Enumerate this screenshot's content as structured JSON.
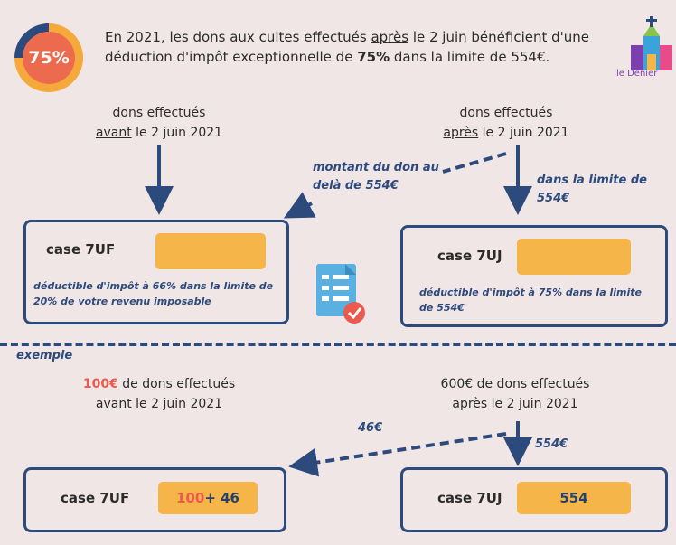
{
  "header": {
    "badge_text": "75%",
    "intro": {
      "part1": "En 2021, les dons aux cultes effectués ",
      "apres": "après",
      "part2": " le 2 juin bénéficient d'une déduction d'impôt exceptionnelle de ",
      "rate": "75%",
      "part3": " dans la limite de 554€."
    },
    "logo_text": "le Denier"
  },
  "top_left": {
    "line1": "dons effectués",
    "line2_underlined": "avant",
    "line2_rest": " le 2 juin 2021",
    "case_label": "case 7UF",
    "note": "déductible d'impôt à 66% dans la limite de 20% de votre revenu imposable"
  },
  "top_right": {
    "line1": "dons effectués",
    "line2_underlined": "après",
    "line2_rest": " le 2 juin 2021",
    "case_label": "case 7UJ",
    "note": "déductible d'impôt à 75% dans la limite de 554€",
    "annotation_over": "montant du don au delà de 554€",
    "annotation_limit": "dans la limite de 554€"
  },
  "example": {
    "label": "exemple",
    "left": {
      "amount": "100€",
      "line1_rest": " de dons effectués",
      "line2_underlined": "avant",
      "line2_rest": " le 2 juin 2021",
      "case_label": "case 7UF",
      "value_red": "100",
      "value_rest": " + 46"
    },
    "right": {
      "line1": "600€ de dons effectués",
      "line2_underlined": "après",
      "line2_rest": " le 2 juin 2021",
      "case_label": "case 7UJ",
      "value": "554",
      "annotation_left": "46€",
      "annotation_down": "554€"
    }
  },
  "colors": {
    "navy": "#2c4a7c",
    "orange": "#f5b548",
    "red": "#ea5a4f",
    "background": "#f1e6e6"
  }
}
